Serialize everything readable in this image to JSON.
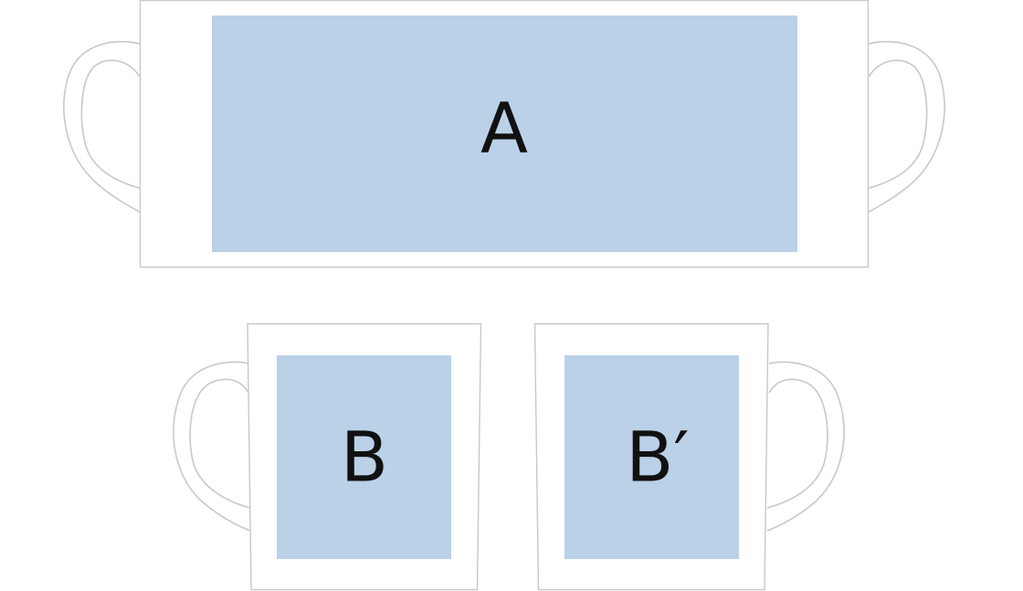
{
  "colors": {
    "print_area": "#bad1e7",
    "outline": "#c8c8c8",
    "background": "#ffffff",
    "text": "#111111"
  },
  "panels": {
    "wrap": {
      "label": "A"
    },
    "left_side": {
      "label": "B"
    },
    "right_side": {
      "label": "B′"
    }
  }
}
